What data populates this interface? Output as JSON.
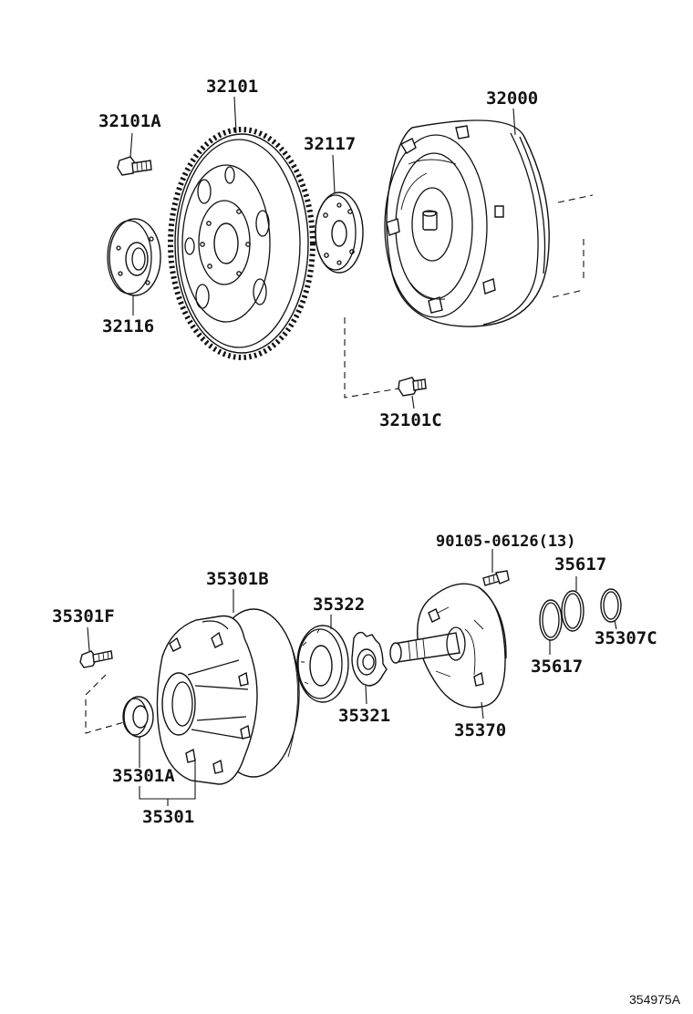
{
  "diagram": {
    "parts": {
      "p32101": "32101",
      "p32101A": "32101A",
      "p32117": "32117",
      "p32000": "32000",
      "p32116": "32116",
      "p32101C": "32101C",
      "p90105": "90105-06126(13)",
      "p35617_top": "35617",
      "p35301B": "35301B",
      "p35322": "35322",
      "p35301F": "35301F",
      "p35307C": "35307C",
      "p35617_bot": "35617",
      "p35321": "35321",
      "p35370": "35370",
      "p35301A": "35301A",
      "p35301": "35301"
    },
    "illustration_code": "354975A"
  }
}
